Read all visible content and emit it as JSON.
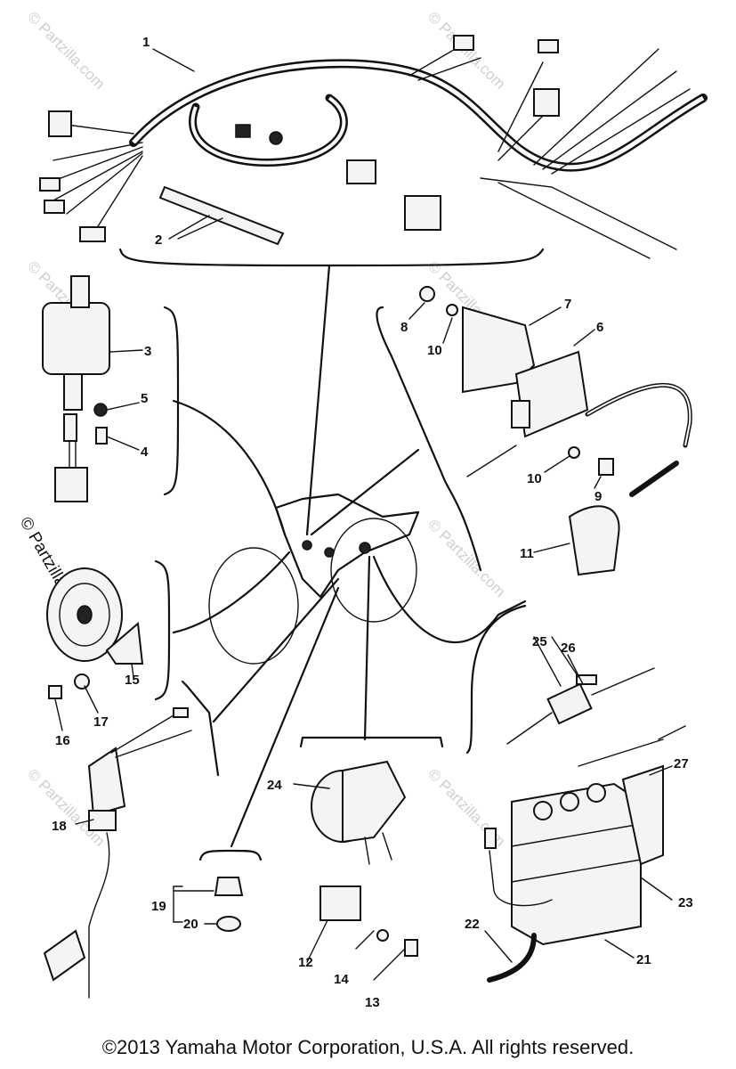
{
  "watermark": "© Partzilla.com",
  "copyright": "©2013 Yamaha Motor Corporation, U.S.A. All rights reserved.",
  "callouts": {
    "c1": "1",
    "c2": "2",
    "c3": "3",
    "c4": "4",
    "c5": "5",
    "c6": "6",
    "c7": "7",
    "c8": "8",
    "c9": "9",
    "c10a": "10",
    "c10b": "10",
    "c11": "11",
    "c12": "12",
    "c13": "13",
    "c14": "14",
    "c15": "15",
    "c16": "16",
    "c17": "17",
    "c18": "18",
    "c19": "19",
    "c20": "20",
    "c21": "21",
    "c22": "22",
    "c23": "23",
    "c24": "24",
    "c25": "25",
    "c26": "26",
    "c27": "27"
  }
}
